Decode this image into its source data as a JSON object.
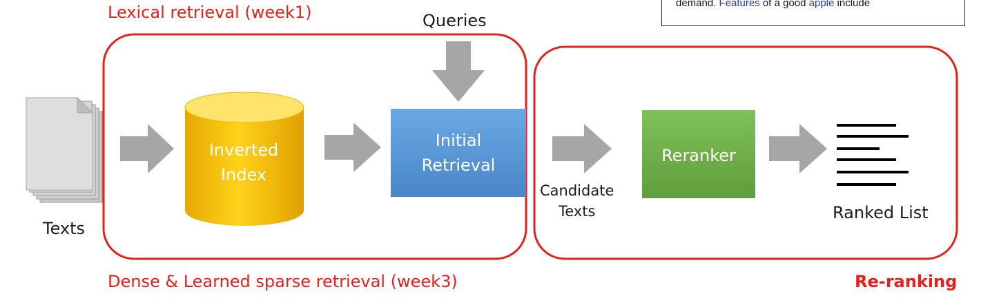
{
  "labels": {
    "lexical_retrieval": "Lexical retrieval (week1)",
    "dense_sparse_retrieval": "Dense & Learned sparse retrieval (week3)",
    "re_ranking": "Re-ranking",
    "queries": "Queries",
    "texts": "Texts",
    "inverted_index_line1": "Inverted",
    "inverted_index_line2": "Index",
    "initial_retrieval_line1": "Initial",
    "initial_retrieval_line2": "Retrieval",
    "candidate_texts_line1": "Candidate",
    "candidate_texts_line2": "Texts",
    "reranker": "Reranker",
    "ranked_list": "Ranked List"
  },
  "note_snippet": {
    "text_before": "demand. ",
    "highlight1": "Features",
    "text_middle": " of a good ",
    "highlight2": "apple",
    "text_after": " include"
  },
  "colors": {
    "red_outline": "#e8201c",
    "arrow_gray": "#a6a6a6",
    "cylinder_yellow": "#f5c400",
    "box_blue": "#5b9bd5",
    "box_green": "#70ad47"
  }
}
